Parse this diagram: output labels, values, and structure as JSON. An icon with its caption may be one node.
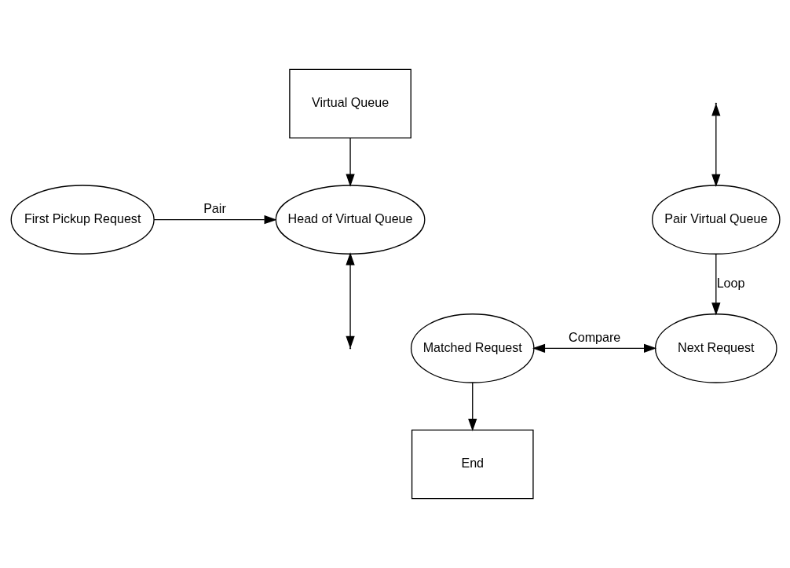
{
  "diagram": {
    "nodes": [
      {
        "text": [
          "Virtual Queue"
        ]
      },
      {
        "text": [
          "Head of Virtual Queue"
        ]
      },
      {
        "text": [
          "First Pickup Request"
        ]
      },
      {
        "text": [
          "Matched Request"
        ]
      },
      {
        "text": [
          "Next Request"
        ]
      },
      {
        "text": [
          "Pair Virtual Queue"
        ]
      },
      {
        "text": [
          "End"
        ]
      }
    ],
    "edges": [
      {
        "from": 0,
        "to": 1,
        "arrow": "to"
      },
      {
        "from": 2,
        "to": 1,
        "arrow": "to",
        "label": "Pair"
      },
      {
        "from": 1,
        "to": null,
        "arrow": "both"
      },
      {
        "from": 3,
        "to": 4,
        "arrow": "both",
        "label": "Compare"
      },
      {
        "from": null,
        "to": 5,
        "arrow": "both"
      },
      {
        "from": 5,
        "to": 4,
        "arrow": "to",
        "label": "Loop"
      },
      {
        "from": 3,
        "to": 6,
        "arrow": "to"
      }
    ]
  }
}
